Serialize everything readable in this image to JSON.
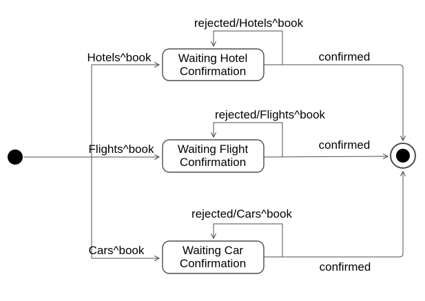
{
  "diagram": {
    "type": "uml-state-machine",
    "background_color": "#ffffff",
    "line_color": "#4d4d4d",
    "text_color": "#000000",
    "states": [
      {
        "id": "waiting-hotel-confirmation",
        "line1": "Waiting Hotel",
        "line2": "Confirmation"
      },
      {
        "id": "waiting-flight-confirmation",
        "line1": "Waiting Flight",
        "line2": "Confirmation"
      },
      {
        "id": "waiting-car-confirmation",
        "line1": "Waiting Car",
        "line2": "Confirmation"
      }
    ],
    "pseudostates": [
      {
        "id": "initial-state",
        "kind": "initial"
      },
      {
        "id": "final-state",
        "kind": "final"
      }
    ],
    "transitions": [
      {
        "from": "initial-state",
        "to": "waiting-hotel-confirmation",
        "label": "Hotels^book"
      },
      {
        "from": "initial-state",
        "to": "waiting-flight-confirmation",
        "label": "Flights^book"
      },
      {
        "from": "initial-state",
        "to": "waiting-car-confirmation",
        "label": "Cars^book"
      },
      {
        "from": "waiting-hotel-confirmation",
        "to": "waiting-hotel-confirmation",
        "label": "rejected/Hotels^book"
      },
      {
        "from": "waiting-flight-confirmation",
        "to": "waiting-flight-confirmation",
        "label": "rejected/Flights^book"
      },
      {
        "from": "waiting-car-confirmation",
        "to": "waiting-car-confirmation",
        "label": "rejected/Cars^book"
      },
      {
        "from": "waiting-hotel-confirmation",
        "to": "final-state",
        "label": "confirmed"
      },
      {
        "from": "waiting-flight-confirmation",
        "to": "final-state",
        "label": "confirmed"
      },
      {
        "from": "waiting-car-confirmation",
        "to": "final-state",
        "label": "confirmed"
      }
    ]
  }
}
